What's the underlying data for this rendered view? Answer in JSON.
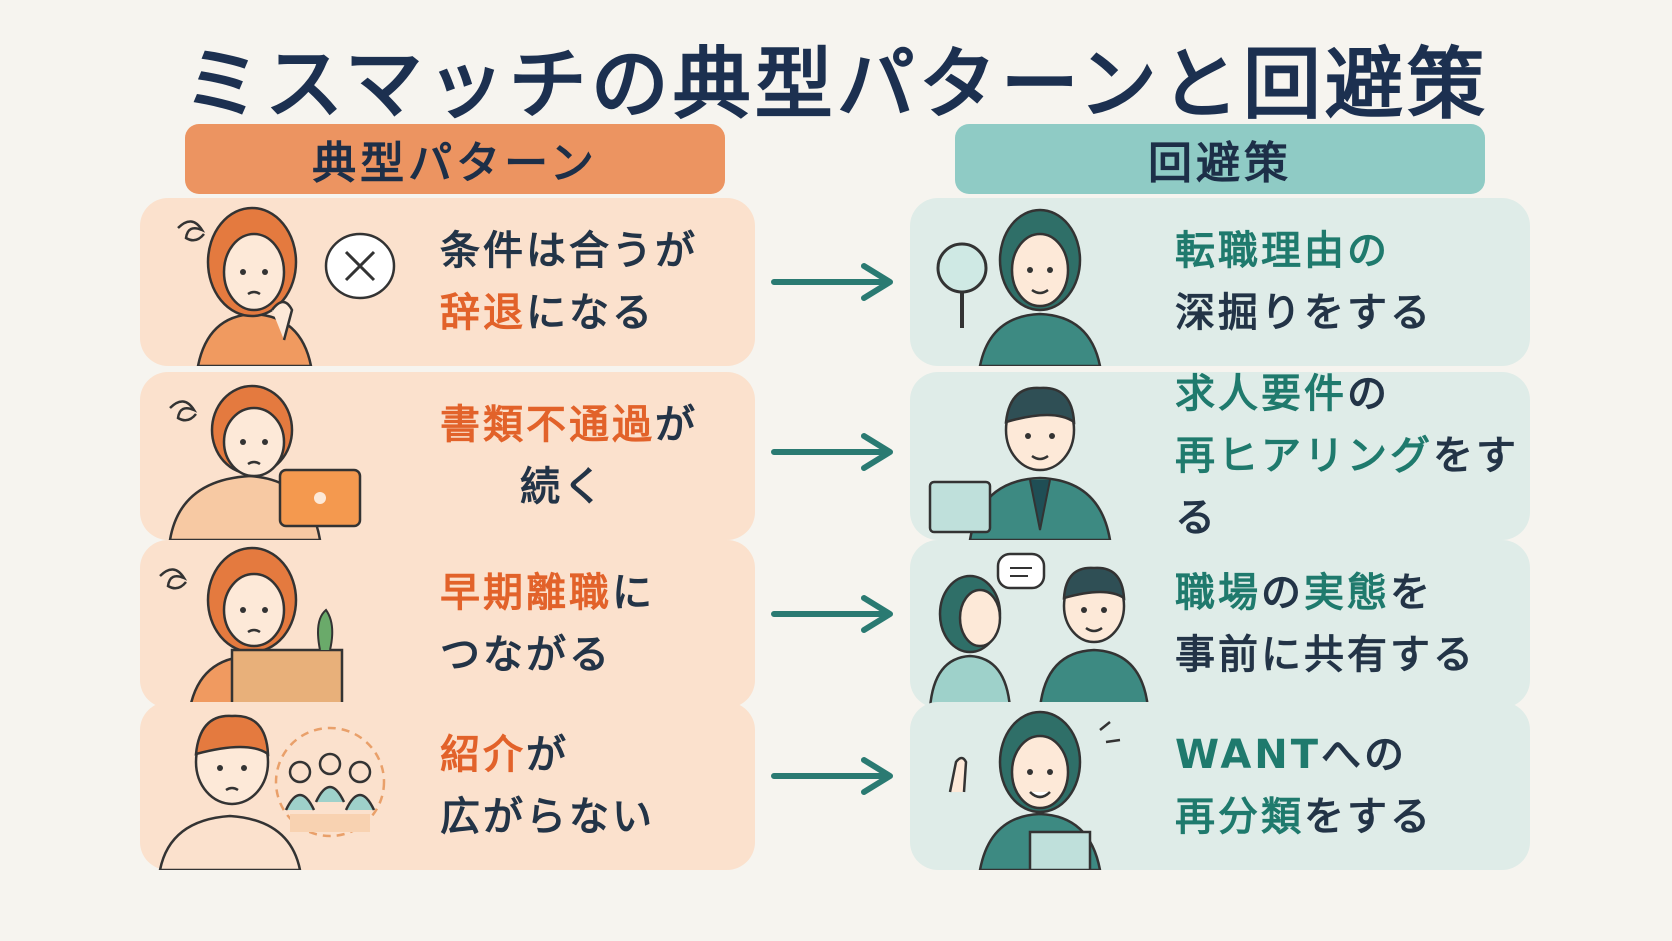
{
  "title": "ミスマッチの典型パターンと回避策",
  "headers": {
    "left": "典型パターン",
    "right": "回避策"
  },
  "colors": {
    "orange": "#e2622a",
    "teal": "#1f7a6d",
    "navy": "#1c3050"
  },
  "rows": [
    {
      "pattern": {
        "line1_plain": "条件は合うが",
        "line2_accent": "辞退",
        "line2_plain": "になる"
      },
      "solution": {
        "line1": "転職理由の",
        "line2": "深掘りをする"
      }
    },
    {
      "pattern": {
        "line1_accent": "書類不通過",
        "line1_plain": "が",
        "line2_plain": "続く"
      },
      "solution": {
        "line1_accent": "求人要件",
        "line1_plain": "の",
        "line2_accent": "再ヒアリング",
        "line2_plain": "をする"
      }
    },
    {
      "pattern": {
        "line1_accent": "早期離職",
        "line1_plain": "に",
        "line2_plain": "つながる"
      },
      "solution": {
        "line1_accent": "職場",
        "line1_mid": "の",
        "line1_accent2": "実態",
        "line1_plain": "を",
        "line2": "事前に共有する"
      }
    },
    {
      "pattern": {
        "line1_accent": "紹介",
        "line1_plain": "が",
        "line2_plain": "広がらない"
      },
      "solution": {
        "line1_accent": "WANT",
        "line1_plain": "への",
        "line2_accent": "再分類",
        "line2_plain": "をする"
      }
    }
  ]
}
